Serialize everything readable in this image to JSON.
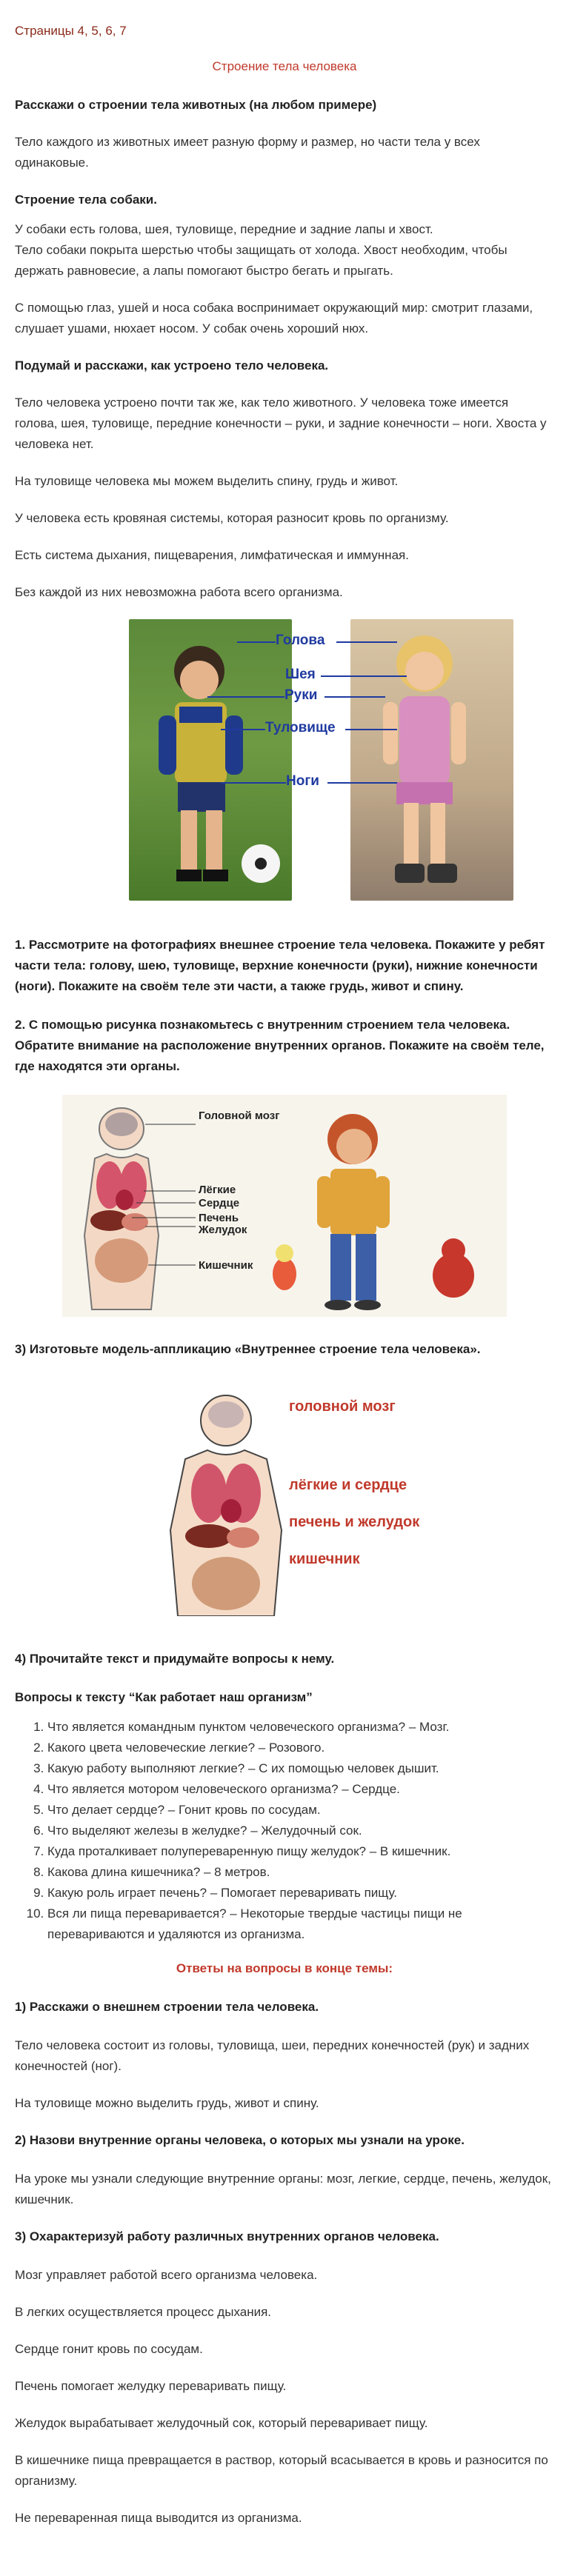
{
  "breadcrumb": "Страницы 4, 5, 6, 7",
  "title": "Строение тела человека",
  "section1": {
    "heading": "Расскажи о строении тела животных (на любом примере)",
    "p1": "Тело каждого из животных имеет разную форму и размер, но части тела у всех одинаковые.",
    "heading2": "Строение тела собаки.",
    "p2": "У собаки есть голова, шея, туловище, передние и задние лапы и хвост.",
    "p3": "Тело собаки покрыта шерстью чтобы защищать от холода. Хвост необходим, чтобы держать равновесие, а лапы помогают быстро бегать и прыгать.",
    "p4": "С помощью глаз, ушей и носа собака воспринимает окружающий мир: смотрит глазами, слушает ушами, нюхает носом. У собак очень хороший нюх."
  },
  "section2": {
    "heading": "Подумай и расскажи, как устроено тело человека.",
    "p1": "Тело человека устроено почти так же, как тело животного. У человека тоже имеется голова, шея, туловище, передние конечности – руки, и задние конечности – ноги. Хвоста у человека нет.",
    "p2": "На туловище человека мы можем выделить спину, грудь и живот.",
    "p3": "У человека есть кровяная системы, которая разносит кровь по организму.",
    "p4": "Есть система дыхания, пищеварения, лимфатическая и иммунная.",
    "p5": "Без каждой из них невозможна работа всего организма."
  },
  "photo_labels": {
    "head": "Голова",
    "neck": "Шея",
    "arms": "Руки",
    "torso": "Туловище",
    "legs": "Ноги"
  },
  "task1": "1. Рассмотрите на фотографиях внешнее строение тела человека. Покажите у ребят части тела: голову, шею, туловище, верхние конечности (руки), нижние конечности (ноги). Покажите на своём теле эти части, а также грудь, живот и спину.",
  "task2": "2. С помощью рисунка познакомьтесь с внутренним строением тела человека. Обратите внимание на расположение внутренних органов. Покажите на своём теле, где находятся эти органы.",
  "diagram1_labels": {
    "brain": "Головной мозг",
    "lungs": "Лёгкие",
    "heart": "Сердце",
    "liver": "Печень",
    "stomach": "Желудок",
    "intestine": "Кишечник"
  },
  "task3": "3) Изготовьте модель-аппликацию «Внутреннее строение тела человека».",
  "diagram2_labels": {
    "brain": "головной мозг",
    "lungs_heart": "лёгкие и сердце",
    "liver_stomach": "печень и желудок",
    "intestine": "кишечник"
  },
  "task4": "4) Прочитайте текст и придумайте вопросы к нему.",
  "questions_title": "Вопросы к тексту “Как работает наш организм”",
  "questions": [
    "Что является командным пунктом человеческого организма? – Мозг.",
    "Какого цвета человеческие легкие? – Розового.",
    "Какую работу выполняют легкие? – С их помощью человек дышит.",
    "Что является мотором человеческого организма? – Сердце.",
    "Что делает сердце? – Гонит кровь по сосудам.",
    "Что выделяют железы в желудке? – Желудочный сок.",
    "Куда проталкивает полупереваренную пищу желудок? – В кишечник.",
    "Какова длина кишечника? – 8 метров.",
    "Какую роль играет печень? – Помогает переваривать пищу.",
    "Вся ли пища переваривается? – Некоторые твердые частицы пищи не перевариваются и удаляются из организма."
  ],
  "answers_title": "Ответы на вопросы в конце темы:",
  "answers": {
    "q1": "1) Расскажи о внешнем строении тела человека.",
    "a1_1": "Тело человека состоит из головы, туловища, шеи, передних конечностей (рук) и задних конечностей (ног).",
    "a1_2": "На туловище можно выделить грудь, живот и спину.",
    "q2": "2) Назови внутренние органы человека, о которых мы узнали на уроке.",
    "a2": "На уроке мы узнали следующие внутренние органы: мозг, легкие, сердце, печень, желудок, кишечник.",
    "q3": "3) Охарактеризуй работу различных внутренних органов человека.",
    "a3": [
      "Мозг управляет работой всего организма человека.",
      "В легких осуществляется процесс дыхания.",
      "Сердце гонит кровь по сосудам.",
      "Печень помогает желудку переваривать пищу.",
      "Желудок вырабатывает желудочный сок, который переваривает пищу.",
      "В кишечнике пища превращается в раствор, который всасывается в кровь и разносится по организму.",
      "Не переваренная пища выводится из организма."
    ]
  }
}
